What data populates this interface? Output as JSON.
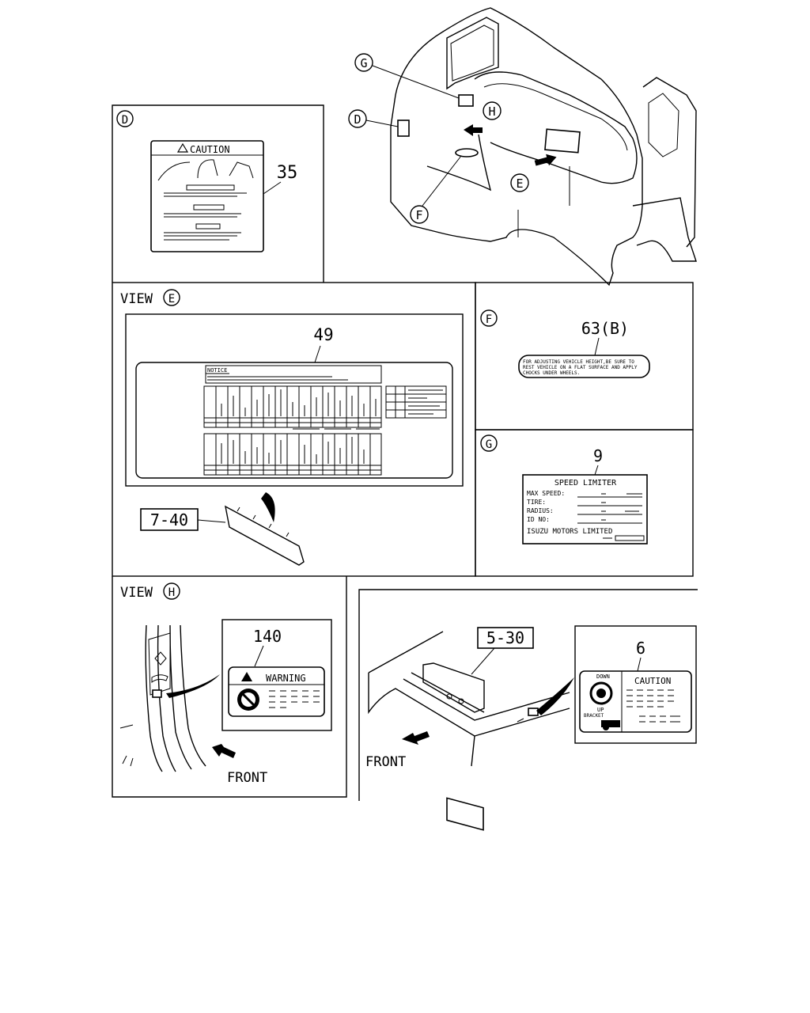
{
  "callouts": {
    "G": "G",
    "H": "H",
    "D": "D",
    "E": "E",
    "F": "F"
  },
  "panel_d": {
    "letter": "D",
    "caution_title": "CAUTION",
    "part_no": "35"
  },
  "panel_view_e": {
    "view_label": "VIEW",
    "view_letter": "E",
    "part_no": "49",
    "notice_title": "NOTICE",
    "ref_no": "7-40"
  },
  "panel_f": {
    "letter": "F",
    "part_no": "63(B)",
    "label_lines": [
      "FOR ADJUSTING VEHICLE HEIGHT,BE SURE TO",
      "REST VEHICLE ON A FLAT SURFACE AND APPLY",
      "CHOCKS UNDER WHEELS."
    ]
  },
  "panel_g": {
    "letter": "G",
    "part_no": "9",
    "title": "SPEED LIMITER",
    "rows": [
      "MAX SPEED:",
      "TIRE:",
      "RADIUS:",
      "ID NO:"
    ],
    "maker": "ISUZU MOTORS LIMITED"
  },
  "panel_view_h": {
    "view_label": "VIEW",
    "view_letter": "H",
    "part_no": "140",
    "warning_title": "WARNING",
    "direction": "FRONT"
  },
  "panel_frame": {
    "ref_no": "5-30",
    "part_no": "6",
    "dial_top": "DOWN",
    "dial_bottom": "UP",
    "bracket_text": "BRACKET",
    "caution_title": "CAUTION",
    "direction": "FRONT"
  }
}
